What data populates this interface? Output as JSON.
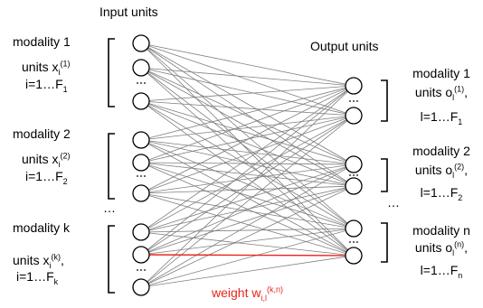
{
  "header": {
    "input_title": "Input units",
    "output_title": "Output units"
  },
  "inputs": [
    {
      "name": "modality 1",
      "units_base": "units x",
      "sub": "i",
      "sup": "(1)",
      "range_base": "i=1…F",
      "range_sub": "1",
      "unit_count": 3
    },
    {
      "name": "modality 2",
      "units_base": "units x",
      "sub": "i",
      "sup": "(2)",
      "range_base": "i=1…F",
      "range_sub": "2",
      "unit_count": 3
    },
    {
      "name": "modality k",
      "units_base": "units x",
      "sub": "i",
      "sup": "(k)",
      "range_base": "i=1…F",
      "range_sub": "k",
      "unit_count": 3,
      "units_suffix": ","
    }
  ],
  "outputs": [
    {
      "name": "modality 1",
      "units_base": "units o",
      "sub": "l",
      "sup": "(1)",
      "units_suffix": ",",
      "range_base": "l=1…F",
      "range_sub": "1",
      "unit_count": 2
    },
    {
      "name": "modality 2",
      "units_base": "units o",
      "sub": "l",
      "sup": "(2)",
      "units_suffix": ",",
      "range_base": "l=1…F",
      "range_sub": "2",
      "unit_count": 2
    },
    {
      "name": "modality n",
      "units_base": "units o",
      "sub": "l",
      "sup": "(n)",
      "units_suffix": ",",
      "range_base": "l=1…F",
      "range_sub": "n",
      "unit_count": 2
    }
  ],
  "ellipsis": "…",
  "weight_label": {
    "base": "weight w",
    "sub": "i,l",
    "sup": "(k,n)"
  },
  "colors": {
    "line": "#7f7f7f",
    "highlight": "#e8251b",
    "node_stroke": "#000000",
    "text": "#000000"
  }
}
